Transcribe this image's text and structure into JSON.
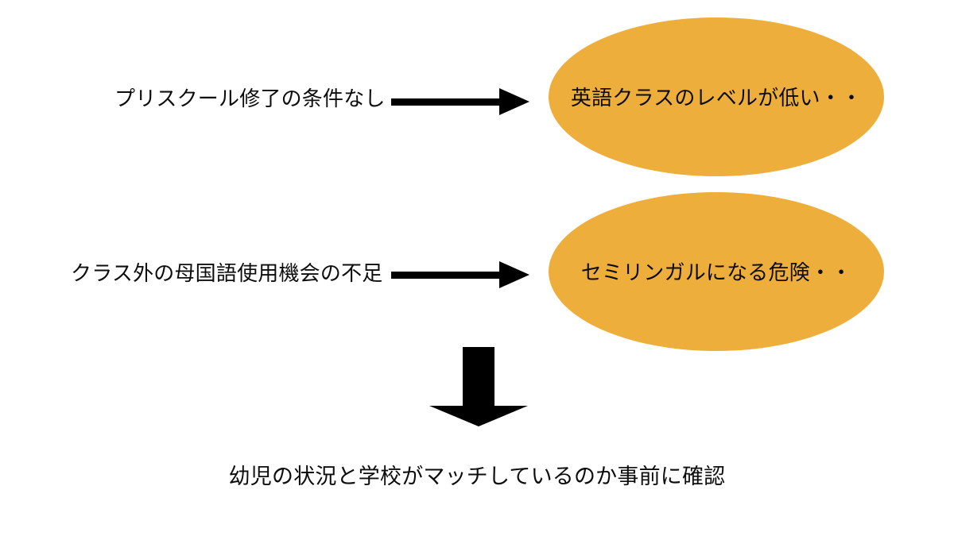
{
  "diagram": {
    "background_color": "#ffffff",
    "text_color": "#0d0d0d",
    "accent_color": "#eeae3c",
    "arrow_color": "#000000",
    "rows": [
      {
        "cause": "プリスクール修了の条件なし",
        "arrow": "right-arrow-icon",
        "effect": "英語クラスのレベルが低い・・"
      },
      {
        "cause": "クラス外の母国語使用機会の不足",
        "arrow": "right-arrow-icon",
        "effect": "セミリンガルになる危険・・"
      }
    ],
    "down_arrow": "down-arrow-icon",
    "conclusion": "幼児の状況と学校がマッチしているのか事前に確認"
  }
}
